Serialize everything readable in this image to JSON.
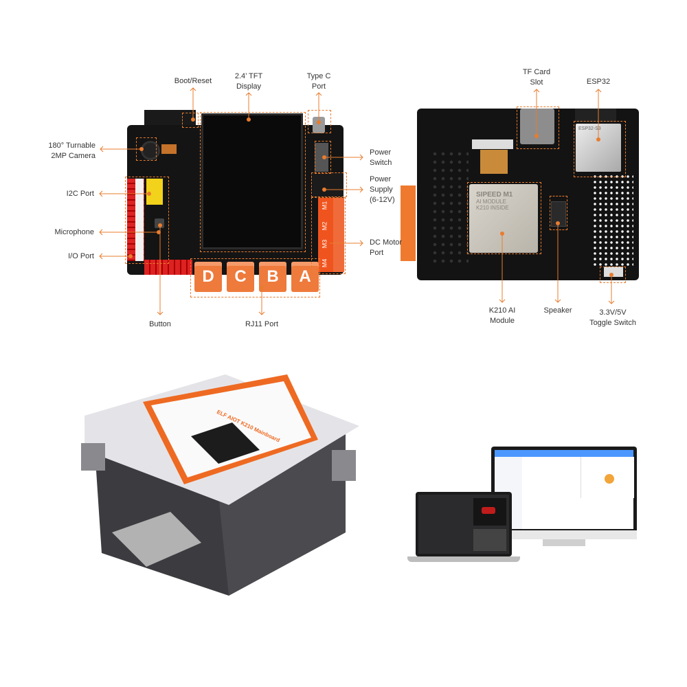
{
  "front_board": {
    "labels": {
      "boot_reset": "Boot/Reset",
      "display": [
        "2.4’ TFT",
        "Display"
      ],
      "type_c": [
        "Type C",
        "Port"
      ],
      "camera": [
        "180° Turnable",
        "2MP Camera"
      ],
      "power_switch": [
        "Power",
        "Switch"
      ],
      "i2c": "I2C Port",
      "power_supply": [
        "Power",
        "Supply",
        "(6-12V)"
      ],
      "microphone": "Microphone",
      "dc_motor": [
        "DC Motor",
        "Port"
      ],
      "io": "I/O Port",
      "button": "Button",
      "rj11": "RJ11 Port"
    },
    "keys": [
      "D",
      "C",
      "B",
      "A"
    ],
    "motor_ports": [
      "M1",
      "M2",
      "M3",
      "M4"
    ]
  },
  "back_board": {
    "labels": {
      "tf_card": [
        "TF Card",
        "Slot"
      ],
      "esp32": "ESP32",
      "k210": [
        "K210 AI",
        "Module"
      ],
      "speaker": "Speaker",
      "toggle": [
        "3.3V/5V",
        "Toggle Switch"
      ]
    },
    "module_text": [
      "SIPEED M1",
      "AI MODULE",
      "K210 INSIDE"
    ],
    "esp_text": "ESP32-S3"
  },
  "box": {
    "label_title": "ELF AIOT K210 Mainboard"
  },
  "colors": {
    "accent": "#e87c2e",
    "board": "#111111",
    "key": "#ee7a3c"
  }
}
